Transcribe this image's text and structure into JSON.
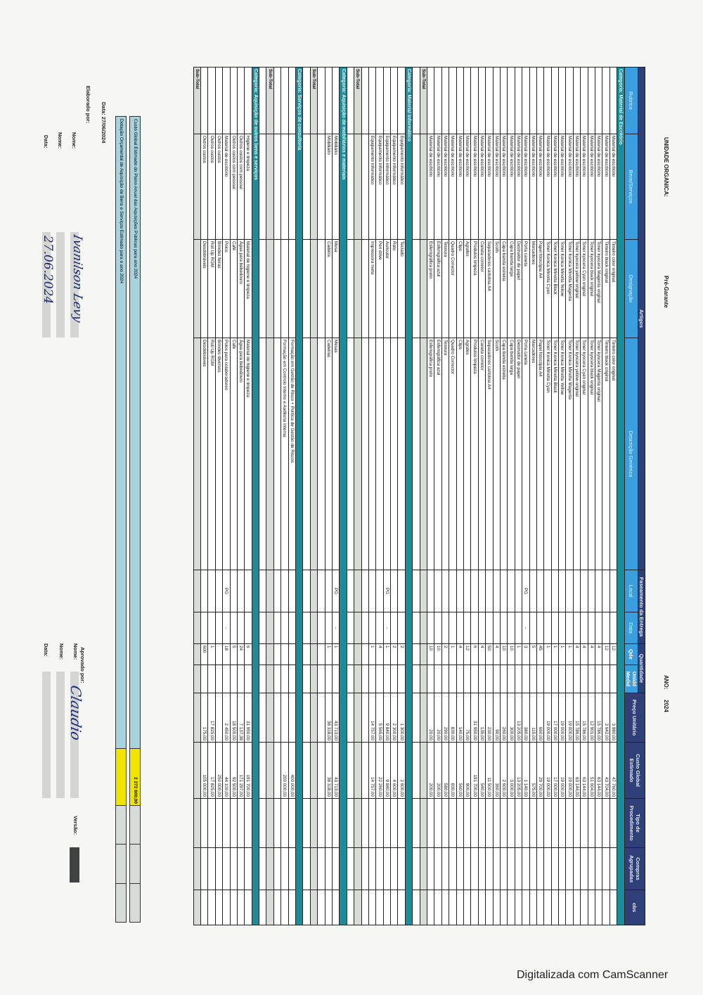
{
  "header": {
    "unit_label": "UNIDADE ORGANICA:",
    "unit_value": "Pré-Garante",
    "year_label": "ANO:",
    "year_value": "2024"
  },
  "columns": {
    "artigos": "Artigos",
    "faseamento": "Faseamento da Entrega",
    "quantidade": "Quantidade",
    "rubrica": "Rubrica",
    "bens": "Bens/Serviços",
    "designacao": "Designação",
    "descricao": "Descrição Genérica",
    "local": "Local",
    "data": "Data",
    "qde": "Qde",
    "unid": "Unidd Medid",
    "preco": "Preço Unitário",
    "custo": "Custo Global Estimado",
    "tipo": "Tipo de Procedimento",
    "compras": "Compras Agrupadas",
    "obs": "obs"
  },
  "subtotal_label": "Sub-Total",
  "sections": [
    {
      "category": "Categoria: Material de Escritório",
      "blank_after": 0,
      "rows": [
        [
          "",
          "Material de escritório",
          "Tinteiro color original",
          "Tinteiro color original",
          "",
          "",
          "12",
          "3 980,00",
          "47 760,00"
        ],
        [
          "",
          "Material de escritório",
          "Tinteiro black original",
          "Tinteiro black original",
          "",
          "",
          "12",
          "3 642,00",
          "43 704,00"
        ],
        [
          "",
          "Material de escritório",
          "Toner kyocera Magenta original",
          "Toner kyocera Magenta original",
          "",
          "",
          "4",
          "15 786,00",
          "63 144,00"
        ],
        [
          "",
          "Material de escritório",
          "Toner kyocera black original",
          "Toner kyocera black original",
          "",
          "",
          "4",
          "12 901,00",
          "51 604,00"
        ],
        [
          "",
          "Material de escritório",
          "Toner kyocera Cyan original",
          "Toner kyocera Cyan original",
          "",
          "",
          "4",
          "15 786,00",
          "63 144,00"
        ],
        [
          "",
          "Material de escritório",
          "Toner kyocera yellow original",
          "Toner kyocera yellow original",
          "",
          "",
          "4",
          "15 786,00",
          "63 144,00"
        ],
        [
          "",
          "Material de escritório",
          "Toner Konica Minolta Magenta",
          "Toner Konica Minolta Magenta",
          "",
          "",
          "1",
          "19 000,00",
          "19 000,00"
        ],
        [
          "",
          "Material de escritório",
          "Toner Konica Minolta Yellow",
          "Toner Konica Minolta Yellow",
          "",
          "",
          "1",
          "19 000,00",
          "19 000,00"
        ],
        [
          "",
          "Material de escritório",
          "Toner Konica Minolta Black",
          "Toner Konica Minolta Black",
          "",
          "",
          "1",
          "17 000,00",
          "17 000,00"
        ],
        [
          "",
          "Material de escritório",
          "Toner Konica Minolta Cyan",
          "Toner Konica Minolta Cyan",
          "",
          "",
          "1",
          "19 000,00",
          "19 000,00"
        ],
        [
          "",
          "Material de escritório",
          "Papel fotocópia A4",
          "Papel fotocópia A4",
          "",
          "",
          "45",
          "660,00",
          "29 700,00"
        ],
        [
          "",
          "Material de escritório",
          "Marcadores",
          "Marcadores",
          "",
          "",
          "5",
          "115,00",
          "575,00"
        ],
        [
          "",
          "Material de escritório",
          "Porta caneta",
          "Porta caneta",
          "PG",
          "-",
          "3",
          "380,00",
          "1 140,00"
        ],
        [
          "",
          "Material de escritório",
          "Destruidor de papel",
          "Destruidor de papel",
          "",
          "",
          "1",
          "13 205,00",
          "13 205,00"
        ],
        [
          "",
          "Material de escritório",
          "Capa banda larga",
          "Capa banda larga",
          "",
          "",
          "10",
          "300,00",
          "3 000,00"
        ],
        [
          "",
          "Material de escritório",
          "Capa banda estreita",
          "Capa banda estreita",
          "",
          "",
          "10",
          "260,00",
          "2 600,00"
        ],
        [
          "",
          "Material de escritório",
          "Scoth",
          "Scoth",
          "",
          "",
          "4",
          "90,00",
          "360,00"
        ],
        [
          "",
          "Material de escritório",
          "Separadores cartolina A4",
          "Separadores cartolina A4",
          "",
          "",
          "50",
          "230,00",
          "11 500,00"
        ],
        [
          "",
          "Material de escritório",
          "Caneta corretor",
          "Caneta corretor",
          "",
          "",
          "4",
          "135,00",
          "540,00"
        ],
        [
          "",
          "Material de escritório",
          "Produtos limpeza",
          "Produtos limpeza",
          "",
          "",
          "6",
          "31 950,00",
          "191 700,00"
        ],
        [
          "",
          "Material de escritório",
          "Agrafes",
          "Agrafes",
          "",
          "",
          "12",
          "75,00",
          "900,00"
        ],
        [
          "",
          "Material de escritório",
          "Clips",
          "Clips",
          "",
          "",
          "4",
          "140,00",
          "560,00"
        ],
        [
          "",
          "Material de escritório",
          "Quadro Corrector",
          "Quadro Corrector",
          "",
          "",
          "1",
          "830,00",
          "830,00"
        ],
        [
          "",
          "Material de escritório",
          "Tesoura",
          "Tesoura",
          "",
          "",
          "2",
          "290,00",
          "580,00"
        ],
        [
          "",
          "Material de escritório",
          "Esferográfica azul",
          "Esferográfica azul",
          "",
          "",
          "10",
          "20,00",
          "200,00"
        ],
        [
          "",
          "Material de escritório",
          "Esferográfica preto",
          "Esferográfica preto",
          "",
          "",
          "10",
          "20,00",
          "200,00"
        ]
      ]
    },
    {
      "category": "Categoria: Material Informático",
      "blank_after": 1,
      "rows": [
        [
          "",
          "Equipamento informático",
          "Teclado",
          "",
          "",
          "",
          "2",
          "1 300,00",
          "2 600,00"
        ],
        [
          "",
          "Equipamento informático",
          "Rato",
          "",
          "",
          "",
          "2",
          "2 300,00",
          "4 600,00"
        ],
        [
          "",
          "Equipamento informático",
          "Auricular",
          "",
          "PG",
          "-",
          "1",
          "9 840,00",
          "9 840,00"
        ],
        [
          "",
          "Equipamento informático",
          "Pen drive",
          "",
          "",
          "",
          "4",
          "5 565,00",
          "22 260,00"
        ],
        [
          "",
          "Equipamento informático",
          "Impressora meta",
          "",
          "",
          "",
          "1",
          "14 757,00",
          "14 757,00"
        ]
      ]
    },
    {
      "category": "Categoria: Aquisição de mobiliários e materiais",
      "blank_after": 1,
      "rows": [
        [
          "",
          "Mobiliário",
          "Mesa",
          "Mesas",
          "PG",
          "-",
          "1",
          "43 713,00",
          "43 713,00"
        ],
        [
          "",
          "Mobiliário",
          "Cadeira",
          "Cadeiras",
          "",
          "",
          "1",
          "38 318,00",
          "38 318,00"
        ]
      ]
    },
    {
      "category": "Categoria: Serviços de consultoria",
      "blank_after": 1,
      "rows": [
        [
          "",
          "",
          "",
          "Formação em Gestão de Risco + Política de Gestão de Riscos",
          "",
          "",
          "",
          "",
          "400 000,00"
        ],
        [
          "",
          "",
          "",
          "Formação em Controlo Interno e Auditoria Interna",
          "",
          "",
          "",
          "",
          "200 000,00"
        ]
      ]
    },
    {
      "category": "Categoria: Aquisição de outros bens e serviços",
      "blank_after": 0,
      "rows": [
        [
          "",
          "Higiene e limpeza",
          "Material de higiene e limpeza",
          "Material de higiene e limpeza",
          "",
          "",
          "6",
          "31 950,00",
          "191 700,00"
        ],
        [
          "",
          "Outros custos com pessoal",
          "Água para bebedouro",
          "Água para bebedouro",
          "",
          "",
          "24",
          "7 137,38",
          "171 297,00"
        ],
        [
          "",
          "Outros custos com pessoal",
          "Café",
          "Café",
          "",
          "",
          "5",
          "18 500,00",
          "92 500,00"
        ],
        [
          "",
          "Material de escritório",
          "Polos",
          "Polos para colaboradores",
          "PG",
          "-",
          "18",
          "2 450,00",
          "44 100,00"
        ],
        [
          "",
          "Outros custos",
          "Brindes feiras",
          "Brindes diversos",
          "",
          "",
          "",
          "",
          "250 000,00"
        ],
        [
          "",
          "Outros custos",
          "Roll Up RGM",
          "Roll Up RGM",
          "",
          "",
          "1",
          "17 825,00",
          "17 825,00"
        ],
        [
          "",
          "Outros custos",
          "Desdobráveis",
          "Desdobráveis",
          "",
          "",
          "600",
          "175,00",
          "105 000,00"
        ]
      ]
    }
  ],
  "footer": {
    "custo_global_label": "Custo Global Estimado do Plano Anual das Aquisições Públicas para ano 2024",
    "custo_global_value": "2 272 600,00",
    "dotacao_label": "Dotação Orçamental  de Aquisição de Bens e Serviços Estimado para o ano 2024",
    "data_line": "Data: 27/06/2024",
    "elaborado_label": "Elaborado por:",
    "nome_label": "Nome:",
    "nome2_label": "Nome:",
    "data_label": "Data:",
    "elaborado_signature": "Ivanilson Levy",
    "elaborado_date": "27.06.2024",
    "aprovado_label": "Aprovado por:",
    "aprovado_nome_label": "Nome:",
    "aprovado_nome2_label": "Nome:",
    "aprovado_data_label": "Data:",
    "aprovado_signature": "Claudio",
    "versao_label": "Versão:"
  },
  "watermark": "Digitalizada com CamScanner"
}
